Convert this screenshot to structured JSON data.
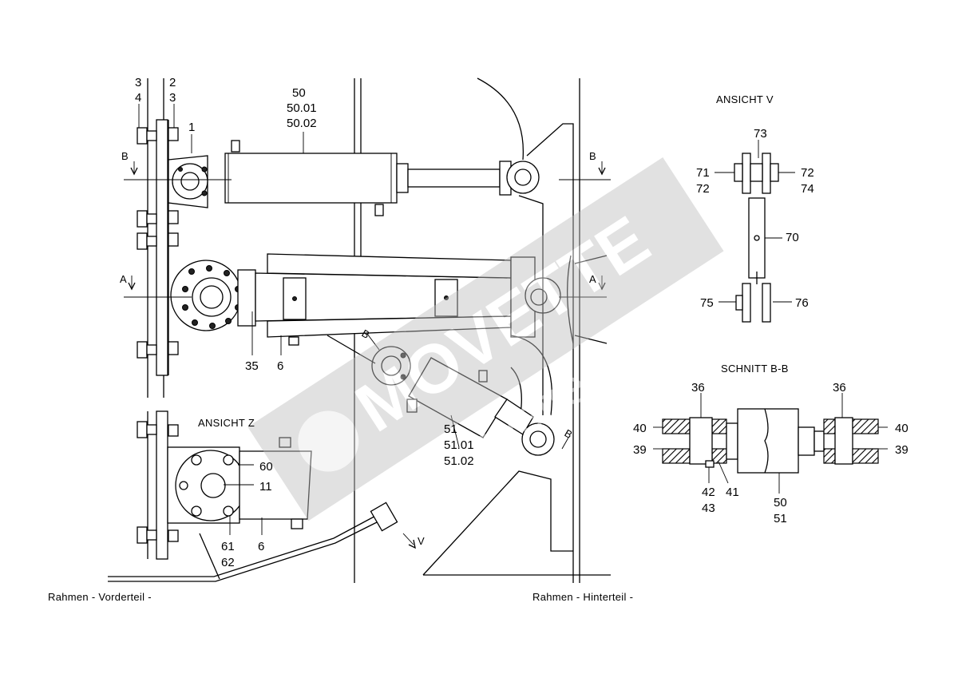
{
  "diagram": {
    "views": {
      "view_v": "ANSICHT   V",
      "section_bb": "SCHNITT   B-B",
      "view_z": "ANSICHT   Z"
    },
    "captions": {
      "front_frame": "Rahmen - Vorderteil -",
      "rear_frame": "Rahmen - Hinterteil -"
    },
    "section_markers": {
      "a": "A",
      "b": "B",
      "v": "V"
    },
    "main_labels": {
      "c1": [
        "3",
        "4"
      ],
      "c2": [
        "2",
        "3"
      ],
      "p1": "1",
      "p50": [
        "50",
        "50.01",
        "50.02"
      ],
      "p35": "35",
      "p6": "6",
      "p51": [
        "51",
        "51.01",
        "51.02"
      ]
    },
    "view_z_labels": {
      "p60": "60",
      "p11": "11",
      "p61": [
        "61",
        "62"
      ],
      "p6": "6"
    },
    "view_v_labels": {
      "p73": "73",
      "p71": [
        "71",
        "72"
      ],
      "p72": [
        "72",
        "74"
      ],
      "p70": "70",
      "p75": "75",
      "p76": "76"
    },
    "section_bb_labels": {
      "p36a": "36",
      "p36b": "36",
      "p40a": "40",
      "p40b": "40",
      "p39a": "39",
      "p39b": "39",
      "p42": [
        "42",
        "43"
      ],
      "p41": "41",
      "p50": [
        "50",
        "51"
      ]
    },
    "watermark": {
      "brand": "MOVETTE",
      "domain": "movette.ru",
      "color": "#b8b8b8"
    }
  }
}
